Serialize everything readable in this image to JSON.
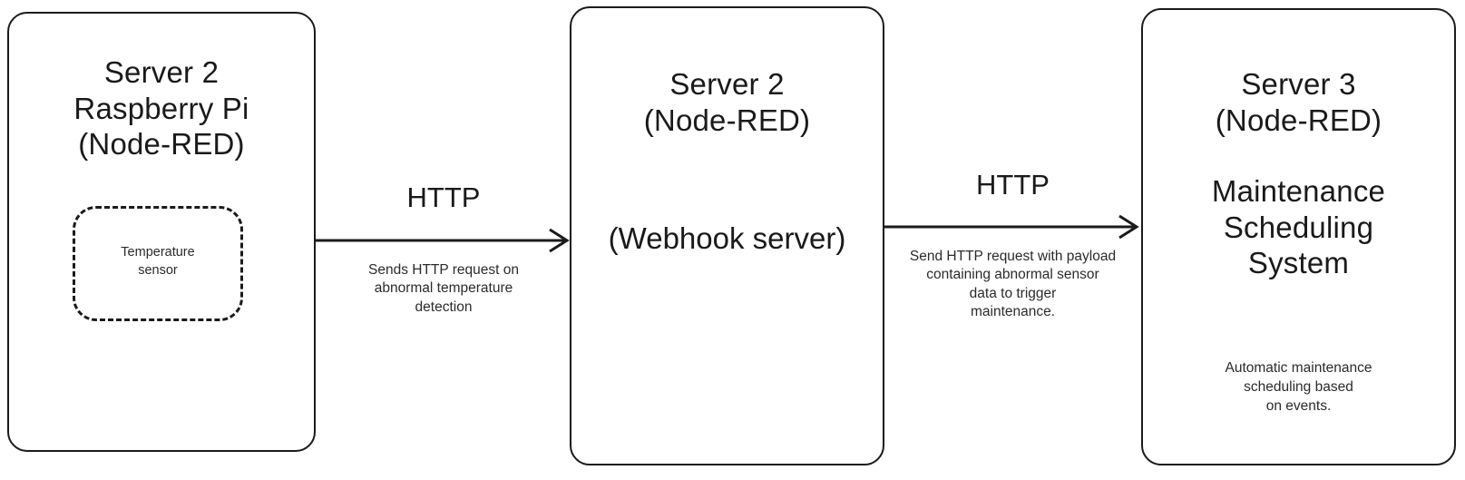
{
  "diagram": {
    "type": "flow-diagram",
    "background_color": "#ffffff",
    "stroke_color": "#1b1b1b",
    "text_color": "#1a1a1a",
    "nodes": [
      {
        "id": "server2-rpi",
        "title_line1": "Server 2",
        "title_line2": "Raspberry Pi",
        "title_line3": "(Node-RED)",
        "inner": {
          "label_line1": "Temperature",
          "label_line2": "sensor",
          "border_style": "dashed"
        }
      },
      {
        "id": "server2-webhook",
        "title_line1": "Server 2",
        "title_line2": "(Node-RED)",
        "subtitle": "(Webhook server)"
      },
      {
        "id": "server3-maintenance",
        "title_line1": "Server 3",
        "title_line2": "(Node-RED)",
        "heading_line1": "Maintenance",
        "heading_line2": "Scheduling",
        "heading_line3": "System",
        "desc_line1": "Automatic maintenance",
        "desc_line2": "scheduling based",
        "desc_line3": "on events."
      }
    ],
    "edges": [
      {
        "id": "edge-rpi-to-webhook",
        "from": "server2-rpi",
        "to": "server2-webhook",
        "protocol_label": "HTTP",
        "desc_line1": "Sends HTTP request on",
        "desc_line2": "abnormal temperature",
        "desc_line3": "detection"
      },
      {
        "id": "edge-webhook-to-maintenance",
        "from": "server2-webhook",
        "to": "server3-maintenance",
        "protocol_label": "HTTP",
        "desc_line1": "Send HTTP request with payload",
        "desc_line2": "containing abnormal sensor",
        "desc_line3": "data to trigger",
        "desc_line4": "maintenance."
      }
    ]
  }
}
